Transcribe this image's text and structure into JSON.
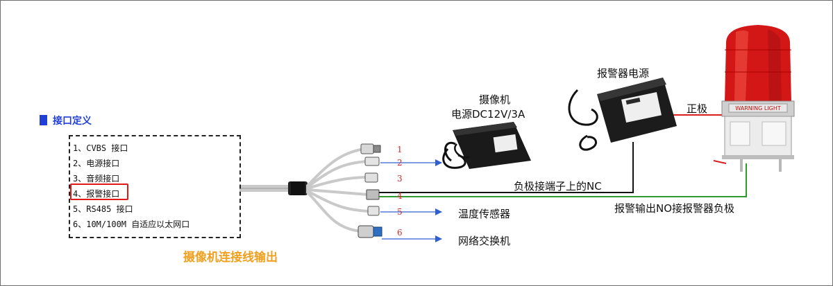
{
  "legend": {
    "title": "接口定义"
  },
  "ports": [
    "1、CVBS 接口",
    "2、电源接口",
    "3、音频接口",
    "4、报警接口",
    "5、RS485 接口",
    "6、10M/100M 自适应以太网口"
  ],
  "caption": "摄像机连接线输出",
  "wire_numbers": [
    "1",
    "2",
    "3",
    "4",
    "5",
    "6"
  ],
  "labels": {
    "camera_power_line1": "摄像机",
    "camera_power_line2": "电源DC12V/3A",
    "alarm_power": "报警器电源",
    "positive": "正极",
    "negative_nc": "负极接端子上的NC",
    "alarm_no": "报警输出NO接报警器负极",
    "temp_sensor": "温度传感器",
    "network_switch": "网络交换机"
  },
  "colors": {
    "accent_blue": "#1f3fd6",
    "caption_orange": "#f0a020",
    "number_red": "#d8282a",
    "highlight_red": "#e01818",
    "positive_wire": "#d81e1e",
    "alarm_wire": "#2e9a2e",
    "signal_wire": "#2f5fd0"
  },
  "icons": [
    "adapter-icon",
    "warning-light-icon",
    "connector-icon",
    "arrow-icon"
  ]
}
